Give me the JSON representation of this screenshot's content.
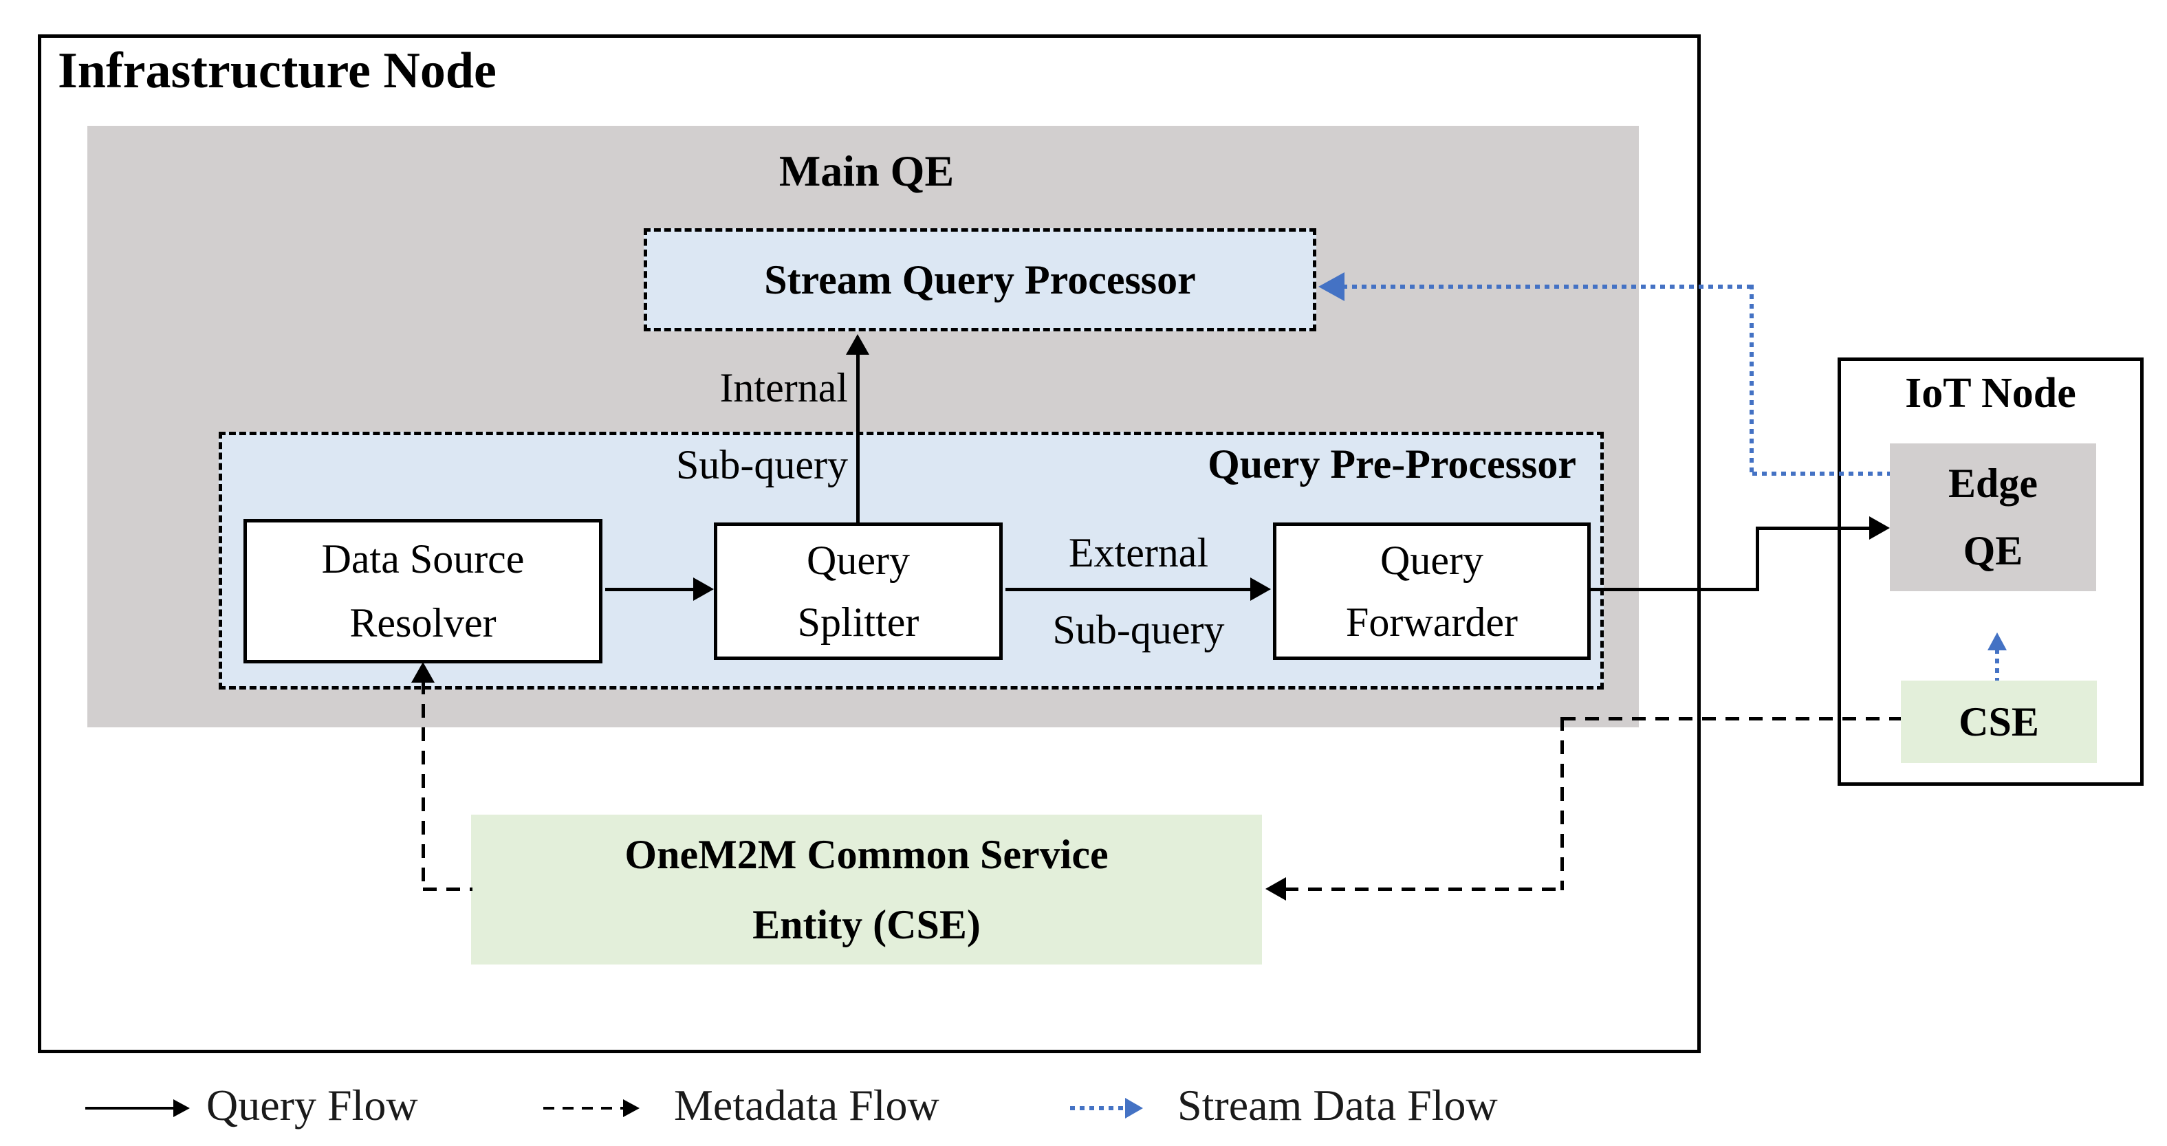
{
  "diagram": {
    "infrastructure_node": {
      "title": "Infrastructure Node"
    },
    "main_qe": {
      "title": "Main QE"
    },
    "stream_query_processor": {
      "label": "Stream Query Processor"
    },
    "query_pre_processor": {
      "title": "Query Pre-Processor"
    },
    "data_source_resolver": {
      "line1": "Data Source",
      "line2": "Resolver"
    },
    "query_splitter": {
      "line1": "Query",
      "line2": "Splitter"
    },
    "query_forwarder": {
      "line1": "Query",
      "line2": "Forwarder"
    },
    "internal_subquery_label": {
      "line1": "Internal",
      "line2": "Sub-query"
    },
    "external_subquery_label": {
      "line1": "External",
      "line2": "Sub-query"
    },
    "onem2m_cse": {
      "line1": "OneM2M Common Service",
      "line2": "Entity (CSE)"
    },
    "iot_node": {
      "title": "IoT Node",
      "edge_qe": {
        "line1": "Edge",
        "line2": "QE"
      },
      "cse_label": "CSE"
    }
  },
  "legend": {
    "query_flow": "Query Flow",
    "metadata_flow": "Metadata Flow",
    "stream_data_flow": "Stream Data Flow"
  },
  "colors": {
    "region_gray": "#d2cfcf",
    "component_blue": "#dce7f3",
    "cse_green": "#e3efda",
    "stream_blue": "#4472c4",
    "line_black": "#000000"
  }
}
